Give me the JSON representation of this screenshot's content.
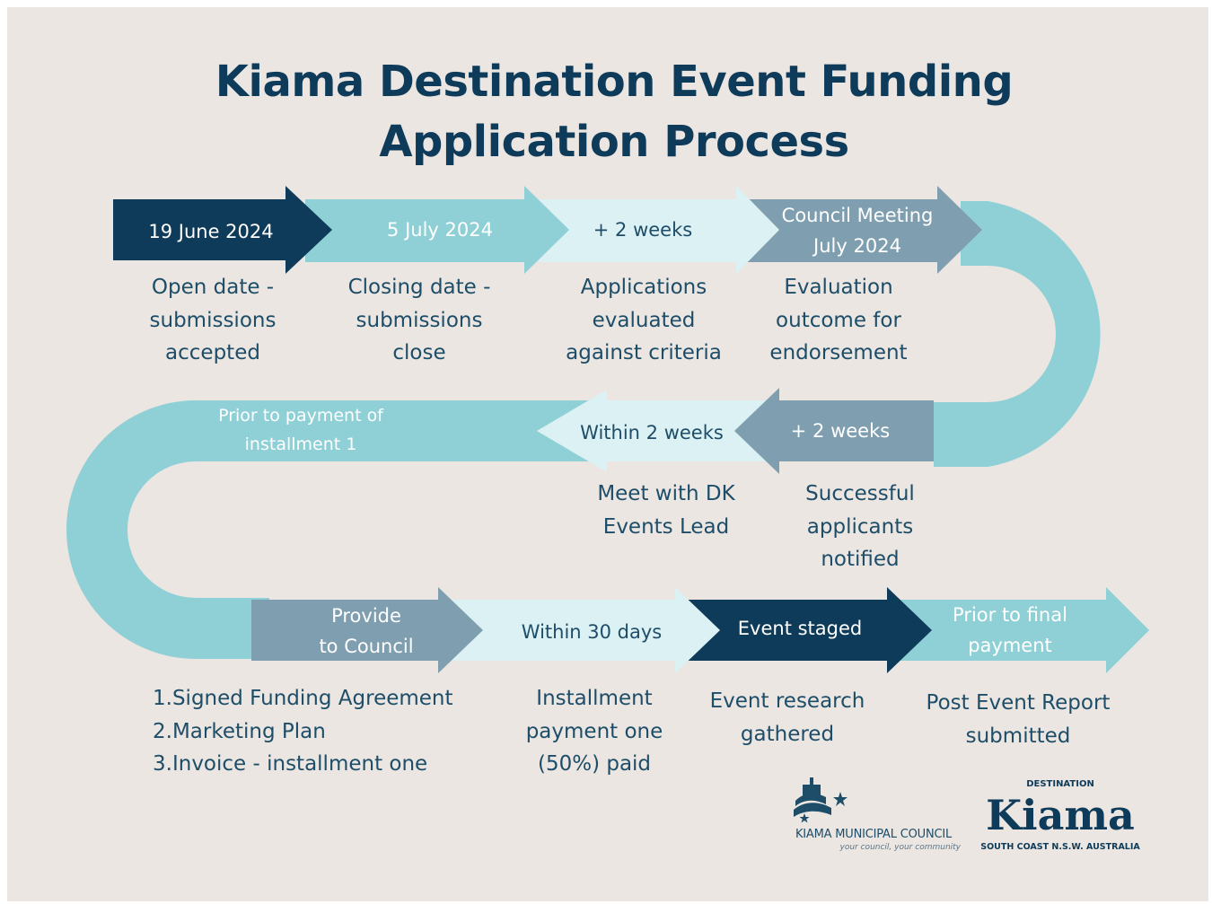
{
  "title": {
    "line1": "Kiama Destination Event Funding",
    "line2": "Application Process"
  },
  "colors": {
    "background": "#ebe6e1",
    "navy": "#0f3b5a",
    "teal": "#8fd0d6",
    "pale": "#dcf1f3",
    "slate": "#7f9fb0",
    "text": "#1d4d68"
  },
  "row1": [
    {
      "label": "19 June 2024",
      "desc": [
        "Open date -",
        "submissions",
        "accepted"
      ]
    },
    {
      "label": "5 July 2024",
      "desc": [
        "Closing date -",
        "submissions",
        "close"
      ]
    },
    {
      "label": "+ 2 weeks",
      "desc": [
        "Applications",
        "evaluated",
        "against criteria"
      ]
    },
    {
      "label": "Council Meeting July 2024",
      "label_lines": [
        "Council Meeting",
        "July 2024"
      ],
      "desc": [
        "Evaluation",
        "outcome for",
        "endorsement"
      ]
    }
  ],
  "row2": [
    {
      "label": "+ 2 weeks",
      "desc": [
        "Successful",
        "applicants",
        "notified"
      ]
    },
    {
      "label": "Within 2 weeks",
      "desc": [
        "Meet with DK",
        "Events Lead"
      ]
    },
    {
      "label_lines": [
        "Prior to payment of",
        "installment 1"
      ]
    }
  ],
  "row3": [
    {
      "label_lines": [
        "Provide",
        "to Council"
      ],
      "desc": [
        "Signed Funding Agreement",
        "Marketing Plan",
        "Invoice - installment one"
      ]
    },
    {
      "label": "Within 30 days",
      "desc": [
        "Installment",
        "payment one",
        "(50%) paid"
      ]
    },
    {
      "label": "Event staged",
      "desc": [
        "Event research",
        "gathered"
      ]
    },
    {
      "label_lines": [
        "Prior to final",
        "payment"
      ],
      "desc": [
        "Post Event Report",
        "submitted"
      ]
    }
  ],
  "logos": {
    "kmc": {
      "name": "KIAMA MUNICIPAL COUNCIL",
      "tagline": "your council, your community",
      "icon": "council-crest-icon"
    },
    "dk": {
      "top": "DESTINATION",
      "word": "Kiama",
      "bottom": "SOUTH COAST N.S.W. AUSTRALIA",
      "icon": "kiama-wordmark-logo"
    }
  }
}
